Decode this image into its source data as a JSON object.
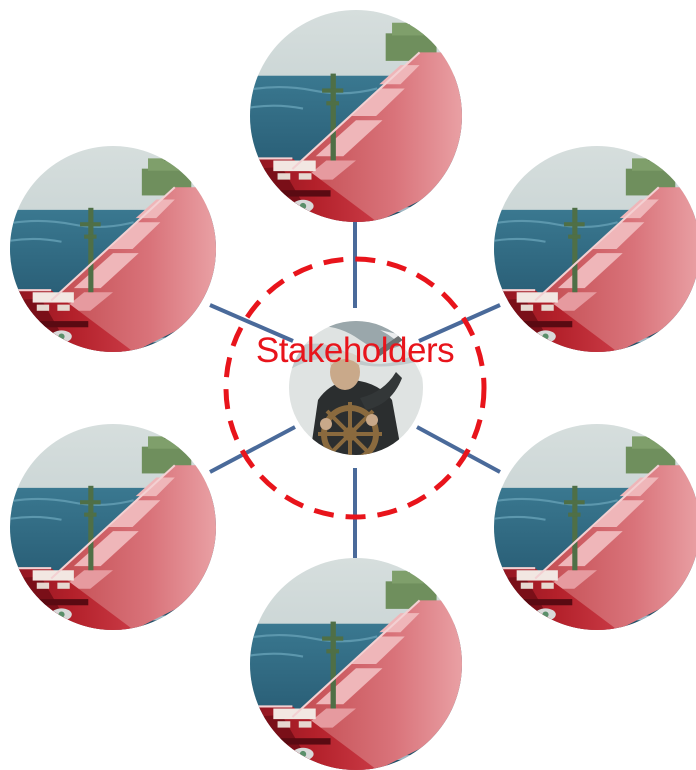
{
  "center": {
    "label": "Stakeholders",
    "image": "captain-at-ship-wheel"
  },
  "nodes": [
    {
      "id": "top",
      "image": "red-bulk-carrier-ship"
    },
    {
      "id": "upper-left",
      "image": "red-bulk-carrier-ship"
    },
    {
      "id": "upper-right",
      "image": "red-bulk-carrier-ship"
    },
    {
      "id": "lower-left",
      "image": "red-bulk-carrier-ship"
    },
    {
      "id": "lower-right",
      "image": "red-bulk-carrier-ship"
    },
    {
      "id": "bottom",
      "image": "red-bulk-carrier-ship"
    }
  ],
  "colors": {
    "connector": "#4a6a9a",
    "dashed_ring": "#e8141b",
    "label": "#e8141b",
    "hull": "#b3202a",
    "sea": "#2b6a86",
    "sky": "#cfd9d8"
  }
}
